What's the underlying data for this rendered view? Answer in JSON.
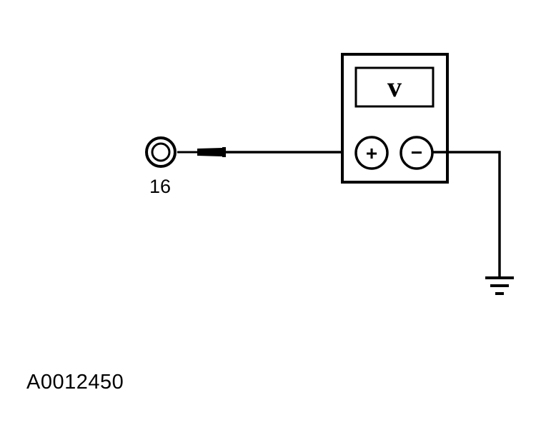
{
  "connector": {
    "terminal_number": "16"
  },
  "meter": {
    "display_symbol": "v",
    "positive_terminal_symbol": "+",
    "negative_terminal_symbol": "−"
  },
  "figure": {
    "id": "A0012450"
  },
  "colors": {
    "line": "#000000",
    "background": "#ffffff"
  },
  "icons": {
    "connector": "connector-terminal-icon",
    "probe": "test-probe-icon",
    "ground": "ground-symbol-icon"
  }
}
